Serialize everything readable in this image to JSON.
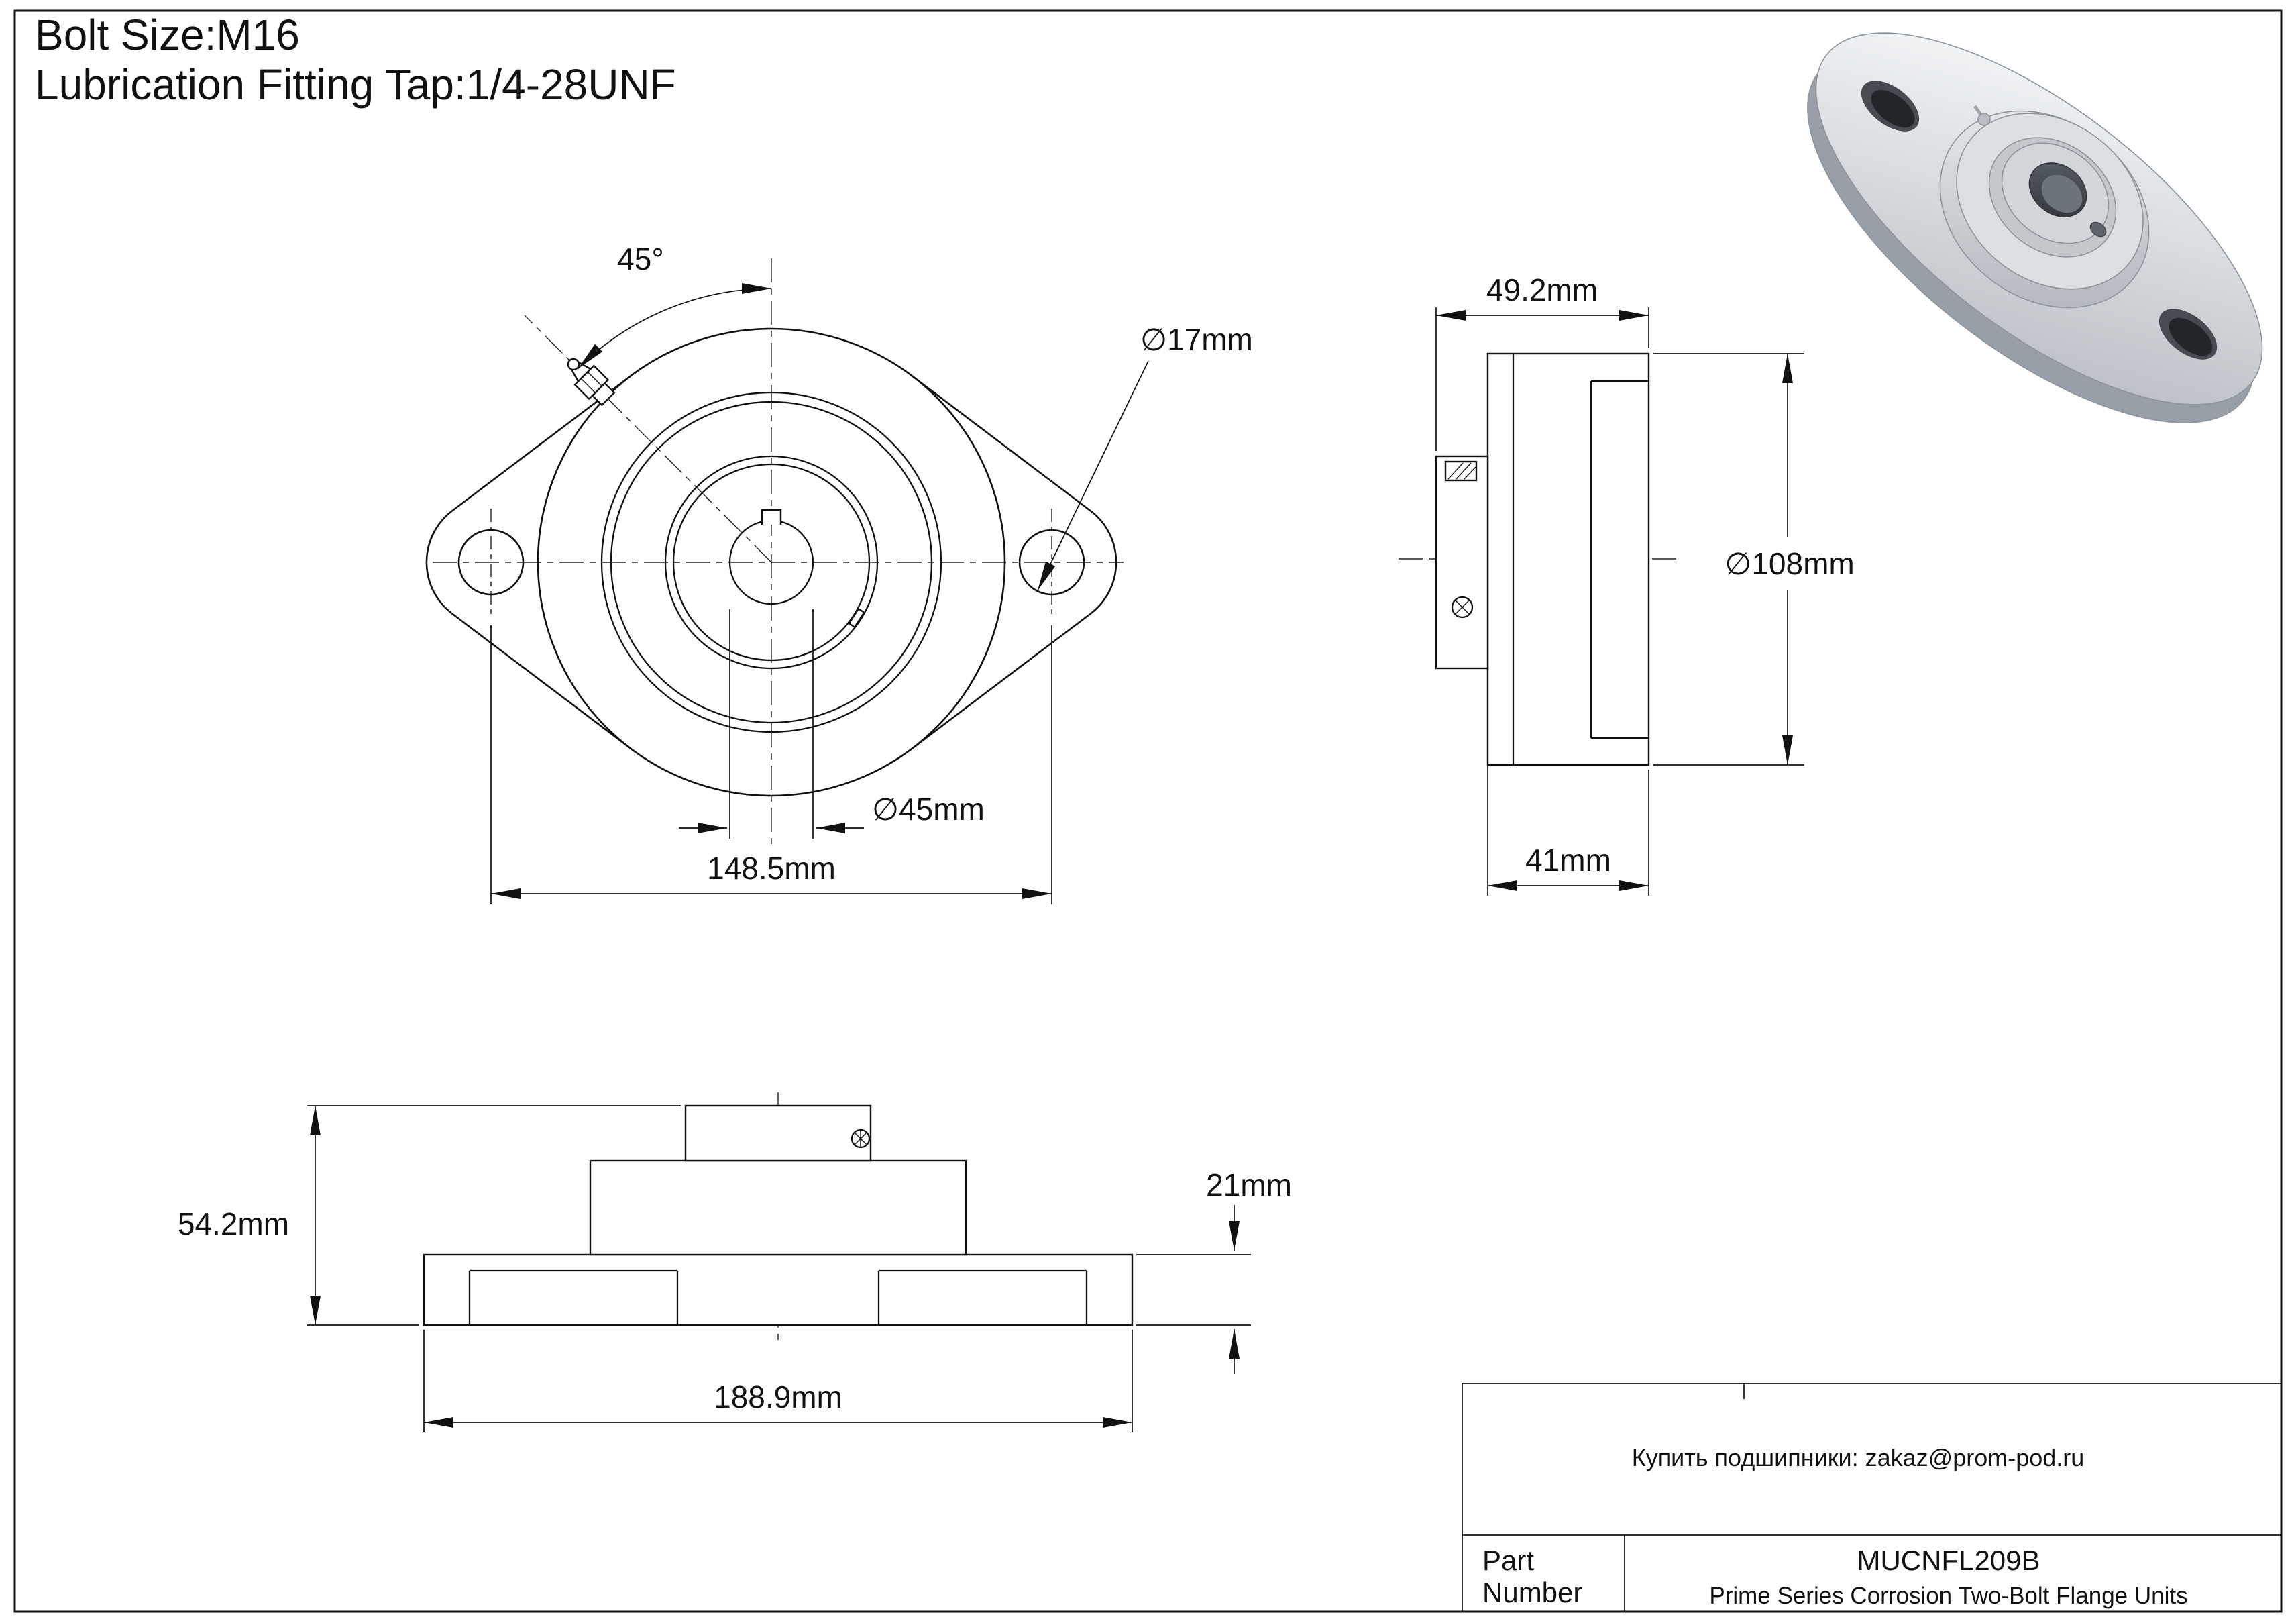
{
  "header": {
    "line1": "Bolt Size:M16",
    "line2": "Lubrication Fitting Tap:1/4-28UNF"
  },
  "front_view": {
    "angle_label": "45°",
    "bolt_hole_diameter": "∅17mm",
    "bore_diameter": "∅45mm",
    "bolt_spacing": "148.5mm"
  },
  "side_view": {
    "total_width": "49.2mm",
    "flange_diameter": "∅108mm",
    "housing_width": "41mm"
  },
  "bottom_view": {
    "height": "54.2mm",
    "base_thickness": "21mm",
    "overall_length": "188.9mm"
  },
  "title_block": {
    "contact": "Купить подшипники: zakaz@prom-pod.ru",
    "part_label_line1": "Part",
    "part_label_line2": "Number",
    "part_number": "MUCNFL209B",
    "series": "Prime Series Corrosion Two-Bolt Flange Units"
  },
  "colors": {
    "line": "#111111",
    "background": "#ffffff",
    "render_metal": "#b7bdc3"
  }
}
